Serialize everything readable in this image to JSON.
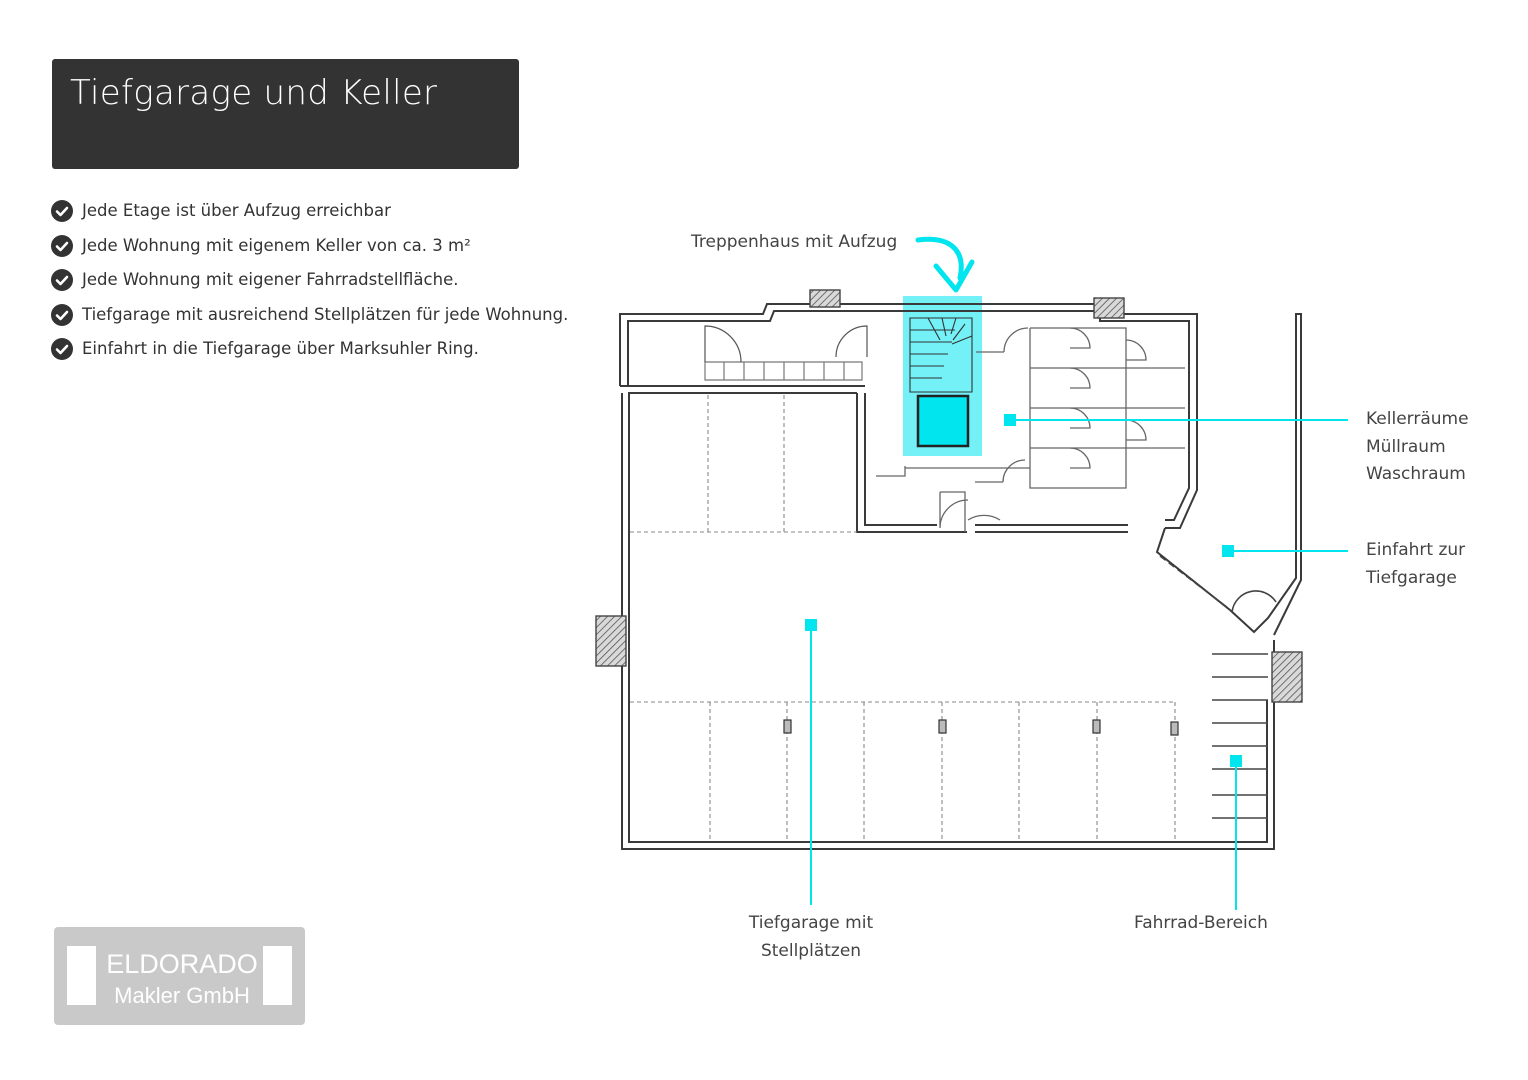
{
  "title": "Tiefgarage und Keller",
  "features": [
    "Jede Etage ist über Aufzug erreichbar",
    "Jede Wohnung mit eigenem Keller von ca. 3 m²",
    "Jede Wohnung mit eigener Fahrradstellfläche.",
    "Tiefgarage mit ausreichend Stellplätzen für jede Wohnung.",
    "Einfahrt in die Tiefgarage über Marksuhler Ring."
  ],
  "labels": {
    "stairwell": "Treppenhaus mit Aufzug",
    "cellar": [
      "Kellerräume",
      "Müllraum",
      "Waschraum"
    ],
    "entrance": [
      "Einfahrt zur",
      "Tiefgarage"
    ],
    "garage": [
      "Tiefgarage mit",
      "Stellplätzen"
    ],
    "bike": "Fahrrad-Bereich"
  },
  "logo": {
    "line1": "ELDORADO",
    "line2": "Makler GmbH"
  },
  "colors": {
    "accent": "#00e5ee",
    "title_bg": "#333333",
    "logo_bg": "#c9c9c9"
  },
  "icons": {
    "feature": "check-circle-icon",
    "callout": "curved-arrow-icon"
  }
}
